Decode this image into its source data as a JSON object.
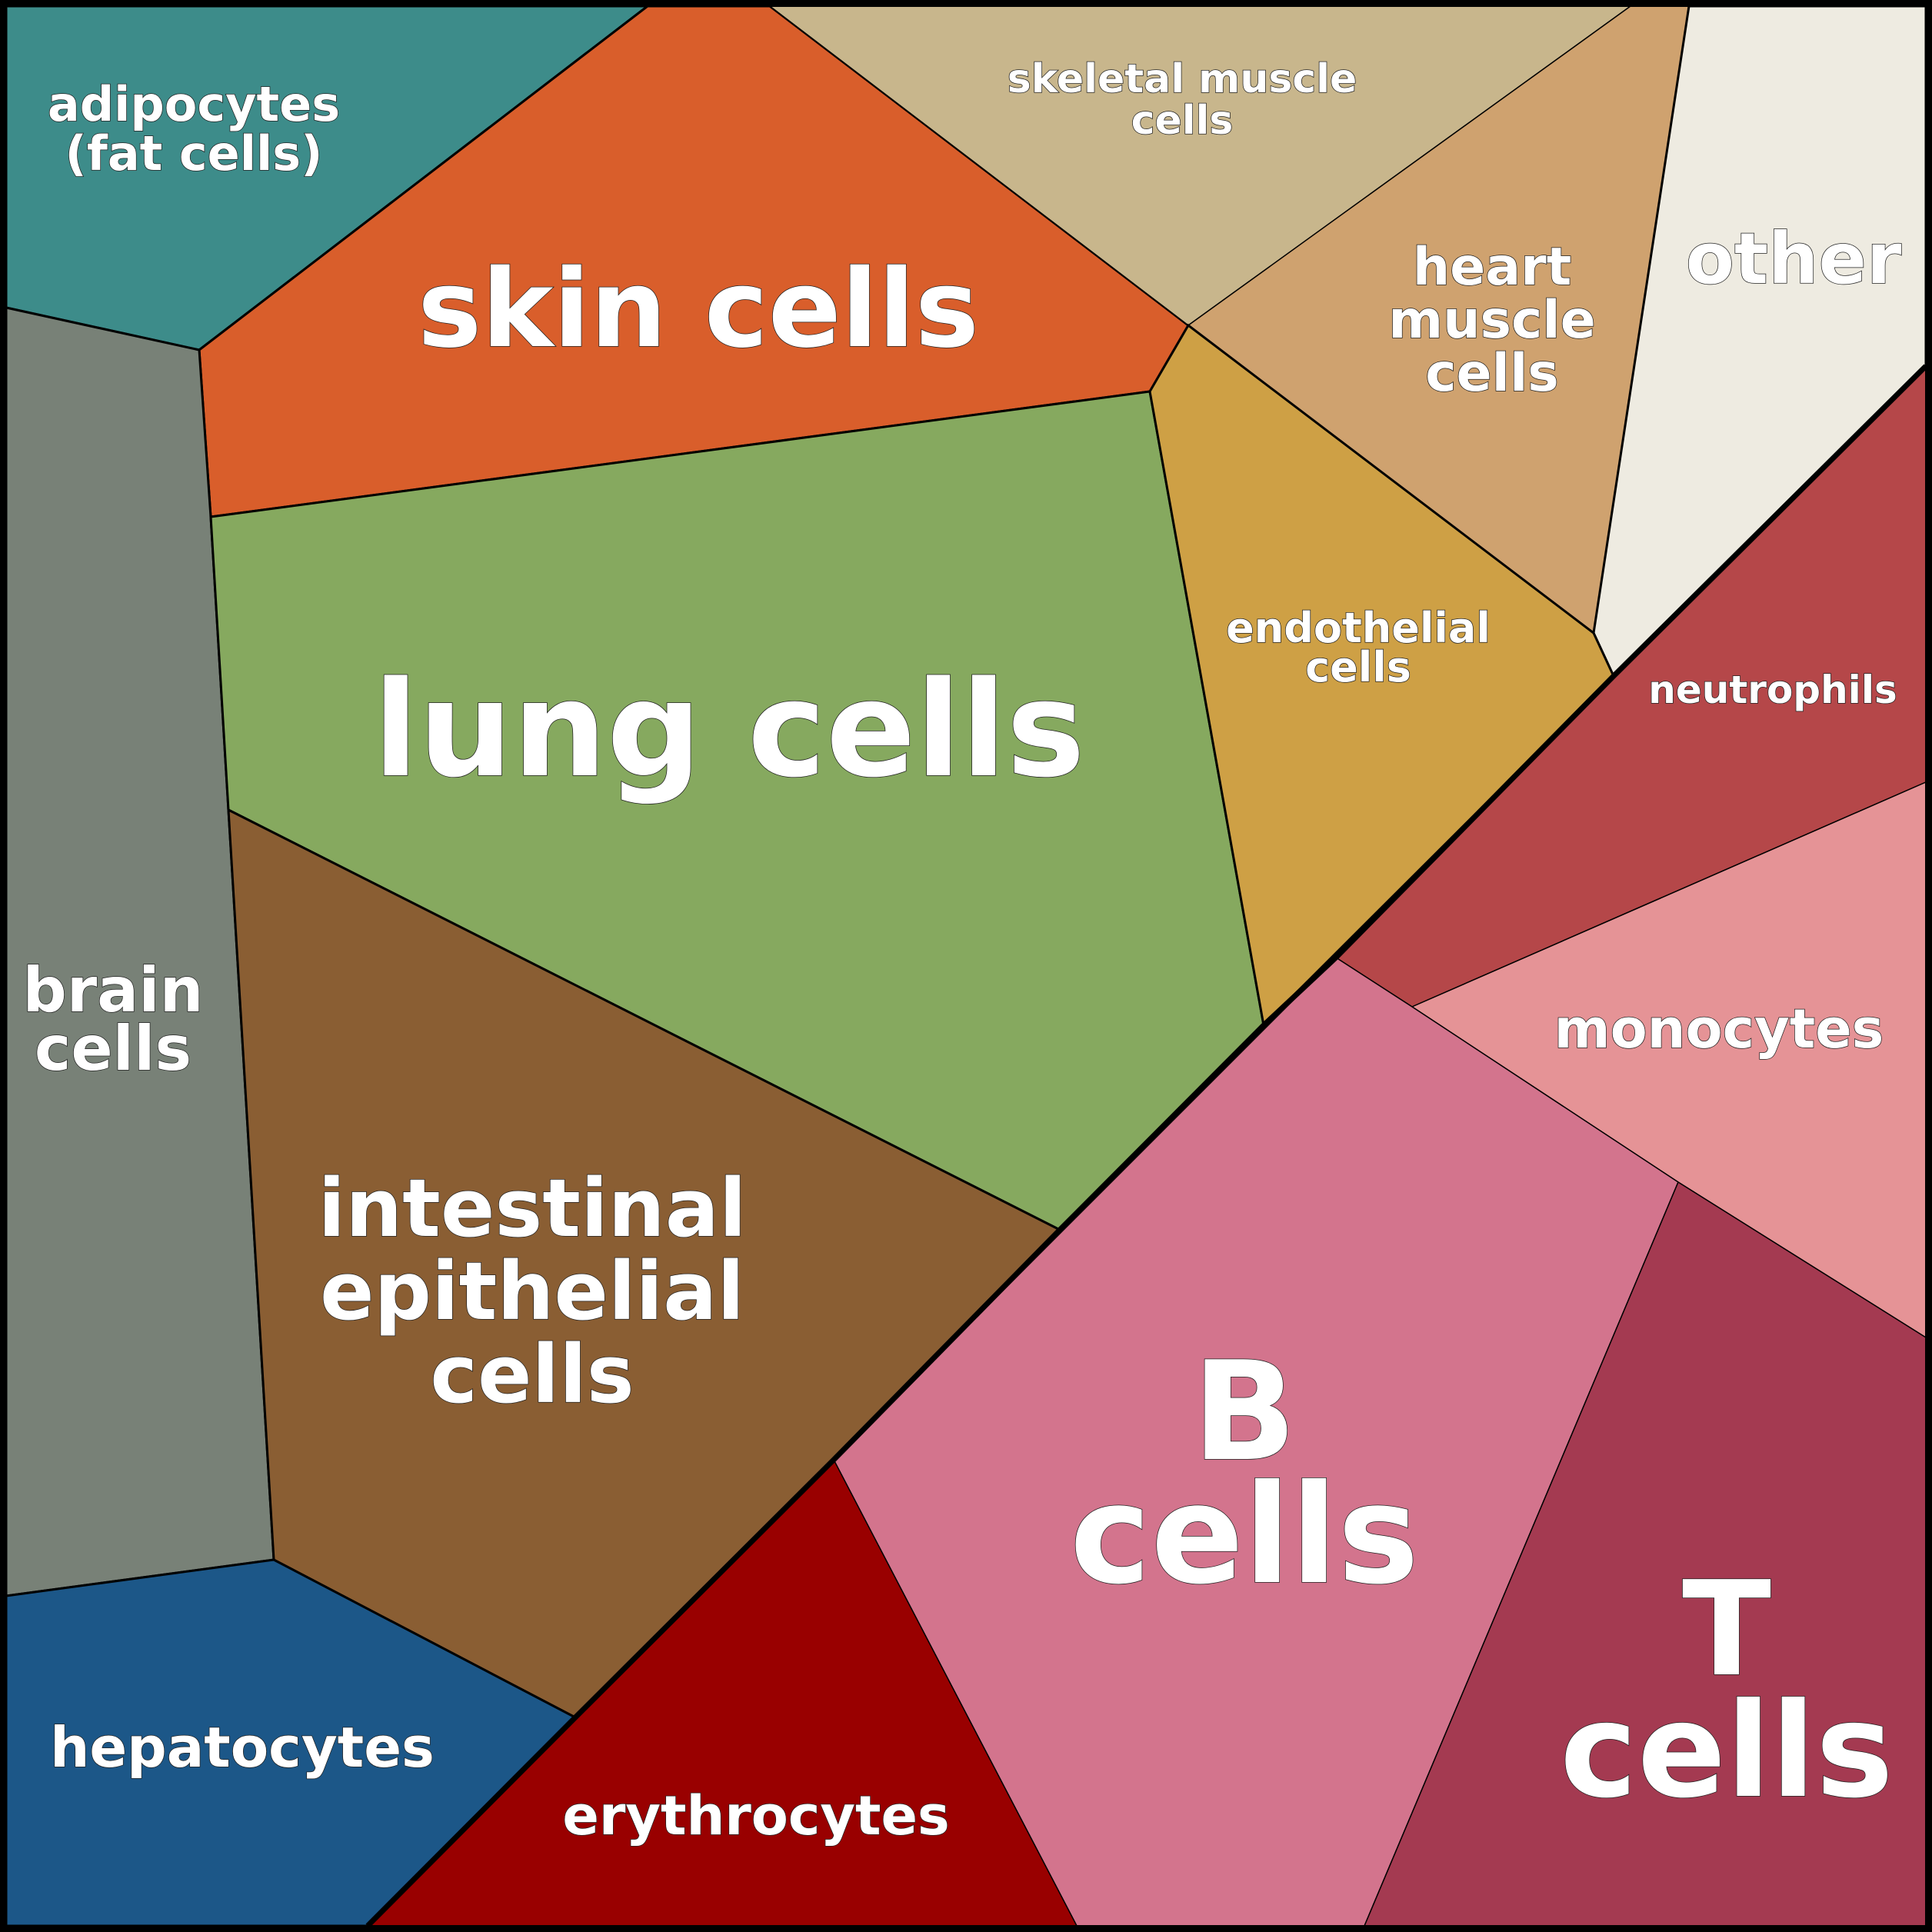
{
  "title": "Human cell types by mass",
  "cells": {
    "adipocytes": {
      "lines": [
        "adipocytes",
        "(fat cells)"
      ],
      "color": "#3d8c8a"
    },
    "skin": {
      "lines": [
        "skin cells"
      ],
      "color": "#d95e2b"
    },
    "skeletal": {
      "lines": [
        "skeletal muscle",
        "cells"
      ],
      "color": "#c8b68c"
    },
    "heart": {
      "lines": [
        "heart",
        "muscle",
        "cells"
      ],
      "color": "#cfa26f"
    },
    "other": {
      "lines": [
        "other"
      ],
      "color": "#eeebe1"
    },
    "brain": {
      "lines": [
        "brain",
        "cells"
      ],
      "color": "#788177"
    },
    "lung": {
      "lines": [
        "lung cells"
      ],
      "color": "#86a95f"
    },
    "endothelial": {
      "lines": [
        "endothelial",
        "cells"
      ],
      "color": "#cea045"
    },
    "neutrophils": {
      "lines": [
        "neutrophils"
      ],
      "color": "#b54749"
    },
    "monocytes": {
      "lines": [
        "monocytes"
      ],
      "color": "#e59396"
    },
    "intestinal": {
      "lines": [
        "intestinal",
        "epithelial",
        "cells"
      ],
      "color": "#8a5e33"
    },
    "bcells": {
      "lines": [
        "B",
        "cells"
      ],
      "color": "#d3748d"
    },
    "tcells": {
      "lines": [
        "T",
        "cells"
      ],
      "color": "#a43a51"
    },
    "hepatocytes": {
      "lines": [
        "hepatocytes"
      ],
      "color": "#1c5788"
    },
    "erythrocytes": {
      "lines": [
        "erythrocytes"
      ],
      "color": "#990000"
    }
  }
}
